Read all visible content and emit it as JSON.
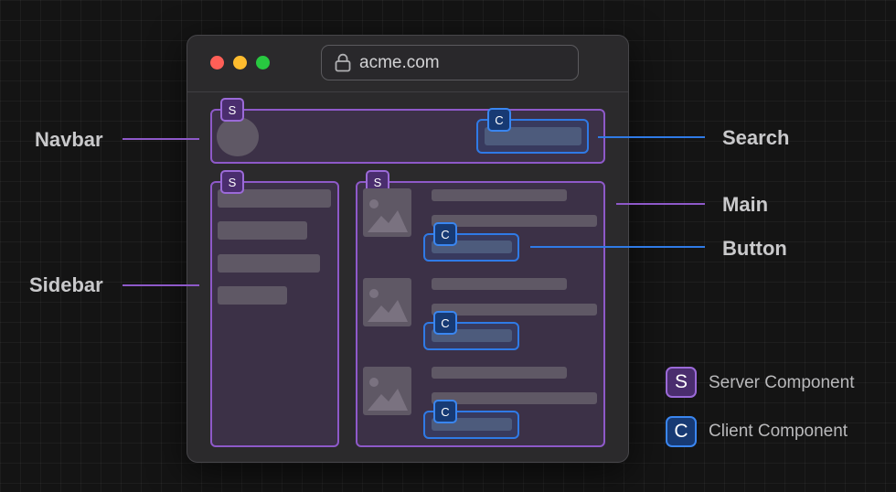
{
  "browser": {
    "url": "acme.com",
    "traffic_lights": [
      "#ff5f57",
      "#febc2e",
      "#28c840"
    ]
  },
  "badges": {
    "server": "S",
    "client": "C"
  },
  "labels": {
    "navbar": "Navbar",
    "sidebar": "Sidebar",
    "search": "Search",
    "main": "Main",
    "button": "Button"
  },
  "legend": [
    {
      "badge": "S",
      "text": "Server Component",
      "color": "#8e59c9"
    },
    {
      "badge": "C",
      "text": "Client Component",
      "color": "#2f7ae6"
    }
  ],
  "icons": {
    "lock": "lock-icon",
    "image": "image-placeholder-icon"
  },
  "colors": {
    "server_accent": "#8e59c9",
    "client_accent": "#2f7ae6",
    "background": "#141414"
  }
}
